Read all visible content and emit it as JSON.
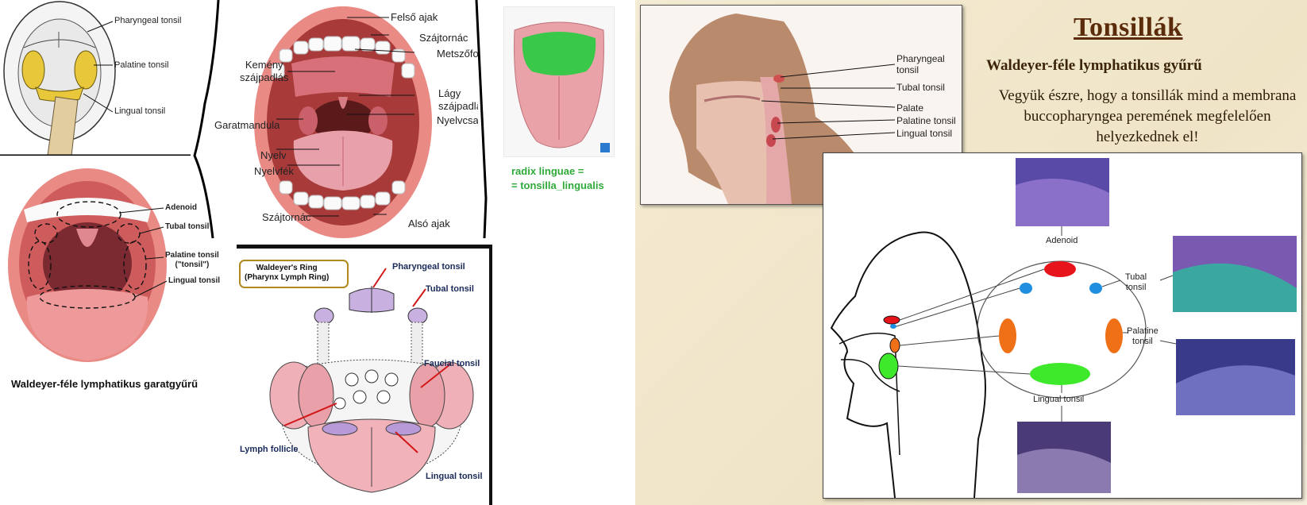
{
  "panel1": {
    "labels": [
      "Pharyngeal tonsil",
      "Palatine tonsil",
      "Lingual tonsil"
    ]
  },
  "panel2": {
    "labels": {
      "upper_lip": "Felső ajak",
      "corner_top": "Szájtornác",
      "incisor": "Metszőfog",
      "hard_palate": "Kemény\nszájpadlás",
      "soft_palate": "Lágy\nszájpadlás",
      "uvula": "Nyelvcsap",
      "garat": "Garatmandula",
      "tongue": "Nyelv",
      "frenulum": "Nyelvfék",
      "corner_bottom": "Szájtornác",
      "lower_lip": "Alsó ajak"
    }
  },
  "panel3": {
    "line1": "radix linguae =",
    "line2": "= tonsilla_lingualis"
  },
  "panel4": {
    "labels": [
      "Adenoid",
      "Tubal tonsil",
      "Palatine tonsil\n(\"tonsil\")",
      "Lingual tonsil"
    ],
    "caption": "Waldeyer-féle lymphatikus garatgyűrű"
  },
  "panel5": {
    "title": "Waldeyer's Ring\n(Pharynx Lymph Ring)",
    "labels": [
      "Pharyngeal tonsil",
      "Tubal tonsil",
      "Faucial tonsil",
      "Lymph follicle",
      "Lingual tonsil"
    ]
  },
  "slide": {
    "title": "Tonsillák",
    "subtitle": "Waldeyer-féle lymphatikus gyűrű",
    "body": "Vegyük észre, hogy a tonsillák mind a membrana buccopharyngea peremének megfelelően helyezkednek el!",
    "head_labels": [
      "Pharyngeal\ntonsil",
      "Tubal tonsil",
      "Palate",
      "Palatine tonsil",
      "Lingual tonsil"
    ],
    "ring_labels": {
      "adenoid": "Adenoid",
      "tubal": "Tubal\ntonsil",
      "palatine": "Palatine\ntonsil",
      "lingual": "Lingual tonsil"
    },
    "colors": {
      "adenoid": "#e8141c",
      "tubal": "#1e8fe0",
      "palatine": "#f07018",
      "lingual": "#3ee82a"
    }
  }
}
